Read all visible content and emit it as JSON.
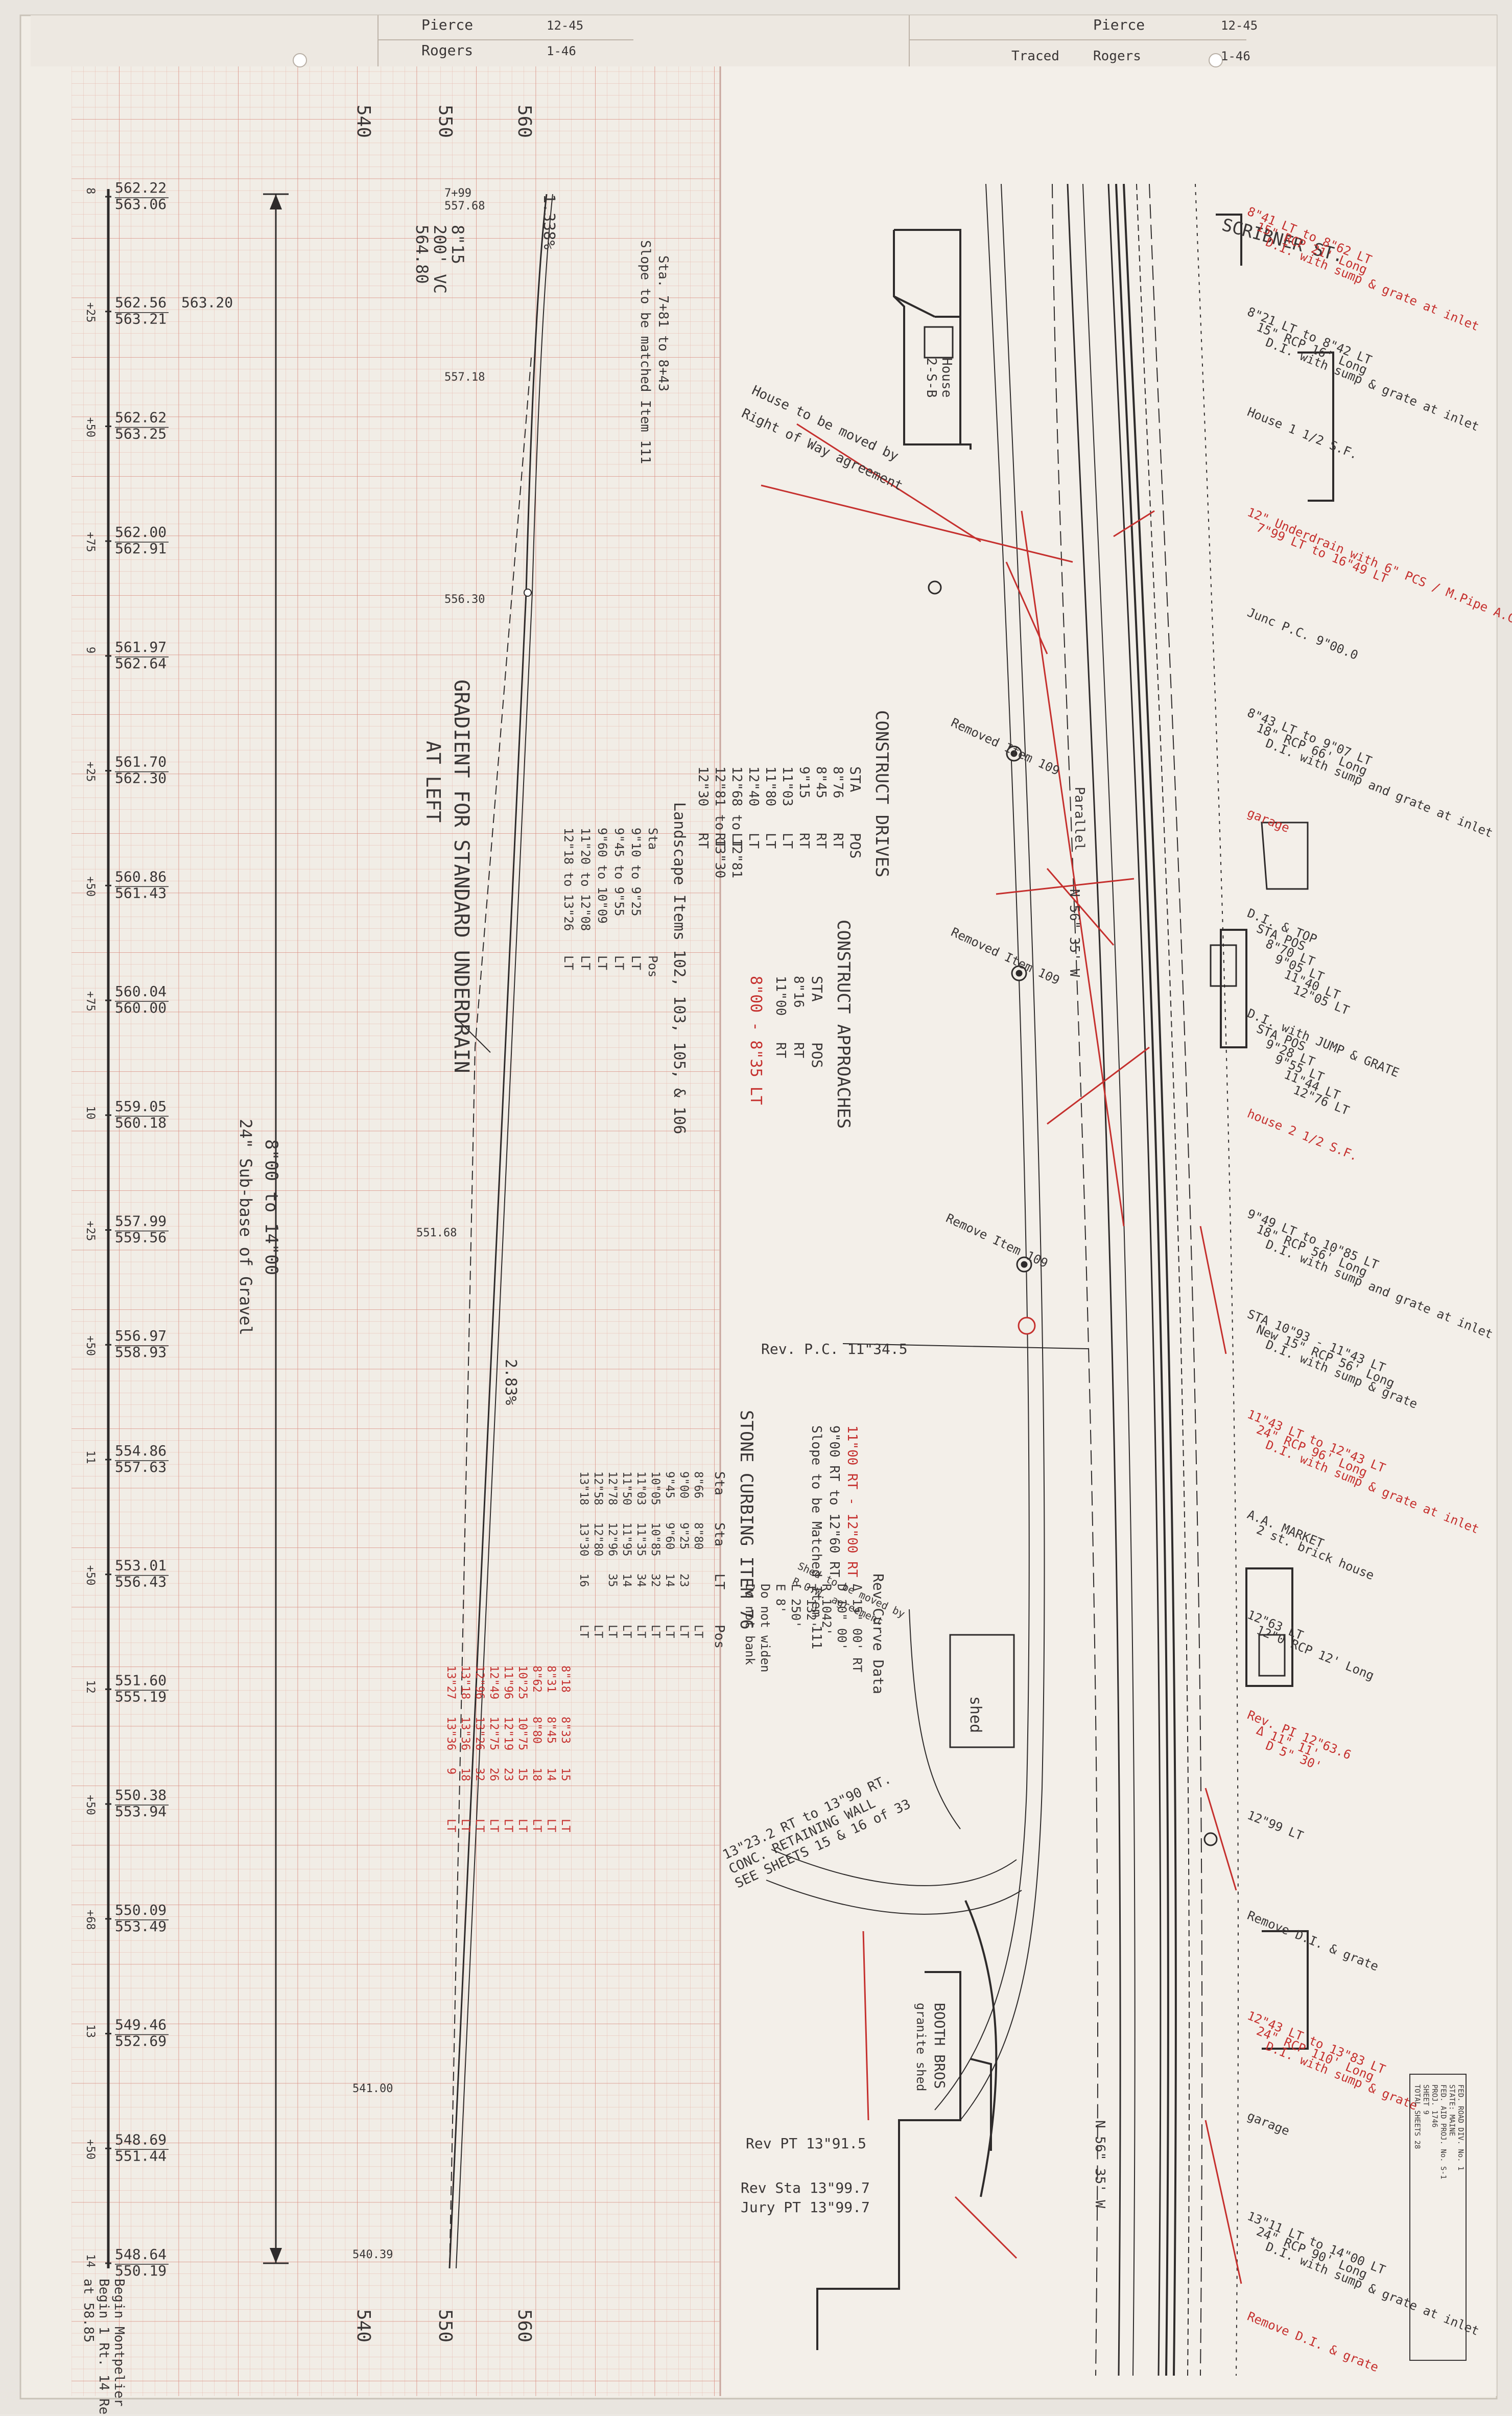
{
  "title_block": {
    "left": {
      "name1": "Pierce",
      "date1": "12-45",
      "name2": "Rogers",
      "date2": "1-46"
    },
    "right": {
      "name1": "Pierce",
      "date1": "12-45",
      "traced_label": "Traced",
      "name2": "Rogers",
      "date2": "1-46"
    },
    "sheet_info": [
      "FED. ROAD DIV. No. 1",
      "STATE: MAINE",
      "FED. AID PROJ. No. S-1",
      "PROJ. 1746",
      "SHEET 9",
      "TOTAL SHEETS 28"
    ]
  },
  "profile": {
    "elev_scale_top": [
      "540",
      "550",
      "560"
    ],
    "elev_scale_bottom": [
      "540",
      "550",
      "560"
    ],
    "station_rows": [
      {
        "sta": "8",
        "grade": "562.22",
        "ground": "563.06"
      },
      {
        "sta": "+25",
        "grade": "562.56",
        "ground": "563.21",
        "extra": "563.20"
      },
      {
        "sta": "+50",
        "grade": "562.62",
        "ground": "563.25"
      },
      {
        "sta": "+75",
        "grade": "562.00",
        "ground": "562.91"
      },
      {
        "sta": "9",
        "grade": "561.97",
        "ground": "562.64"
      },
      {
        "sta": "+25",
        "grade": "561.70",
        "ground": "562.30"
      },
      {
        "sta": "+50",
        "grade": "560.86",
        "ground": "561.43"
      },
      {
        "sta": "+75",
        "grade": "560.04",
        "ground": "560.00"
      },
      {
        "sta": "10",
        "grade": "559.05",
        "ground": "560.18"
      },
      {
        "sta": "+25",
        "grade": "557.99",
        "ground": "559.56"
      },
      {
        "sta": "+50",
        "grade": "556.97",
        "ground": "558.93"
      },
      {
        "sta": "11",
        "grade": "554.86",
        "ground": "557.63"
      },
      {
        "sta": "+50",
        "grade": "553.01",
        "ground": "556.43"
      },
      {
        "sta": "12",
        "grade": "551.60",
        "ground": "555.19"
      },
      {
        "sta": "+50",
        "grade": "550.38",
        "ground": "553.94"
      },
      {
        "sta": "+68",
        "grade": "550.09",
        "ground": "553.49"
      },
      {
        "sta": "13",
        "grade": "549.46",
        "ground": "552.69"
      },
      {
        "sta": "+50",
        "grade": "548.69",
        "ground": "551.44"
      },
      {
        "sta": "14",
        "grade": "548.64",
        "ground": "550.19"
      }
    ],
    "subbase_label": "8\"00 to 14\"00",
    "subbase_label2": "24\" Sub-base of Gravel",
    "grade_labels": [
      "7+99",
      "557.68",
      "557.18",
      "556.30",
      "551.68",
      "541.00",
      "540.39"
    ],
    "vc_labels": [
      "8\"15",
      "200' VC",
      "564.80"
    ],
    "pct_top": "1.338%",
    "pct_bottom": "2.83%",
    "gradient_title": "GRADIENT FOR STANDARD UNDERDRAIN",
    "gradient_sub": "AT LEFT",
    "match_note": "Sta. 7+81 to 8+43",
    "match_note2": "Slope to be matched Item 111",
    "bottom_note": [
      "Begin Montpelier 14",
      "Begin 1 Rt. 14 Ref.",
      "at 58.85"
    ]
  },
  "schedules": {
    "drives_title": "CONSTRUCT DRIVES",
    "drives_header": [
      "STA",
      "POS"
    ],
    "drives": [
      [
        "8\"76",
        "RT"
      ],
      [
        "8\"45",
        "RT"
      ],
      [
        "9\"15",
        "RT"
      ],
      [
        "11\"03",
        "LT"
      ],
      [
        "11\"80",
        "LT"
      ],
      [
        "12\"40",
        "LT"
      ],
      [
        "12\"68 to 12\"81",
        "LT"
      ],
      [
        "12\"81 to 13\"30",
        "RT"
      ],
      [
        "12\"30",
        "RT"
      ]
    ],
    "approaches_title": "CONSTRUCT APPROACHES",
    "approaches_header": [
      "STA",
      "POS"
    ],
    "approaches": [
      [
        "8\"16",
        "RT"
      ],
      [
        "11\"00",
        "RT"
      ],
      [
        "8\"00 - 8\"35",
        "LT"
      ]
    ],
    "landscape_title": "Landscape Items 102, 103, 105, & 106",
    "landscape": [
      [
        "Sta",
        "Pos"
      ],
      [
        "9\"10 to 9\"25",
        "LT"
      ],
      [
        "9\"45 to 9\"55",
        "LT"
      ],
      [
        "9\"60 to 10\"09",
        "LT"
      ],
      [
        "11\"20 to 12\"08",
        "LT"
      ],
      [
        "12\"18 to 13\"26",
        "LT"
      ]
    ],
    "curbing_title": "STONE CURBING ITEM 76",
    "curbing_header": [
      "Sta",
      "Sta",
      "LT",
      "Pos"
    ],
    "curbing": [
      [
        "8\"66",
        "8\"80",
        "",
        "LT"
      ],
      [
        "9\"00",
        "9\"25",
        "23",
        "LT"
      ],
      [
        "9\"45",
        "9\"60",
        "14",
        "LT"
      ],
      [
        "10\"05",
        "10\"85",
        "32",
        "LT"
      ],
      [
        "11\"03",
        "11\"35",
        "34",
        "LT"
      ],
      [
        "11\"50",
        "11\"95",
        "14",
        "LT"
      ],
      [
        "12\"78",
        "12\"96",
        "35",
        "LT"
      ],
      [
        "12\"58",
        "12\"80",
        "",
        "LT"
      ],
      [
        "13\"18",
        "13\"30",
        "16",
        "LT"
      ]
    ],
    "curbing_red": [
      [
        "8\"18",
        "8\"33",
        "15",
        "LT"
      ],
      [
        "8\"31",
        "8\"45",
        "14",
        "LT"
      ],
      [
        "8\"62",
        "8\"80",
        "18",
        "LT"
      ],
      [
        "10\"25",
        "10\"75",
        "15",
        "LT"
      ],
      [
        "11\"96",
        "12\"19",
        "23",
        "LT"
      ],
      [
        "12\"49",
        "12\"75",
        "26",
        "LT"
      ],
      [
        "12\"96",
        "13\"26",
        "32",
        "LT"
      ],
      [
        "13\"18",
        "13\"36",
        "18",
        "LT"
      ],
      [
        "13\"27",
        "13\"36",
        "9",
        "LT"
      ]
    ],
    "curve_data_title": "Rev Curve Data",
    "curve_data": [
      "Δ 15\" 00' RT",
      "D 10\" 00'",
      "R 1042'",
      "T 132'",
      "L 250'",
      "E 8'",
      "Do not widen",
      "Do not bank"
    ],
    "retaining_wall": [
      "13\"23.2 RT to 13\"90 RT.",
      "CONC. RETAINING WALL",
      "SEE SHEETS 15 & 16 of 33"
    ],
    "slope_note": [
      "11\"00 RT - 12\"00 RT",
      "9\"00 RT to 12\"60 RT",
      "Slope to be Matched Item 111"
    ]
  },
  "plan": {
    "street": "SCRIBNER ST.",
    "rev_pc": "Rev. P.C. 11\"34.5",
    "rev_pt": "Rev PT 13\"91.5",
    "rev_sta": "Rev Sta 13\"99.7",
    "jury_pt": "Jury PT 13\"99.7",
    "parallel": "Parallel",
    "bearing": "N 56\" 35' W",
    "house_left": [
      "House",
      "2-S-B"
    ],
    "house_moved": [
      "House to be moved by",
      "Right of Way agreement"
    ],
    "shed_moved": [
      "Shed to be moved by",
      "R.O.W. agreement"
    ],
    "shed": "shed",
    "booth": [
      "BOOTH BROS",
      "granite shed"
    ],
    "remove_items": [
      "Removed Item 109",
      "Removed Item 109",
      "Remove Item 109"
    ],
    "right_notes": [
      "8\"41 LT to 8\"62 LT  15\" RCP 21' Long  D.I. with sump & grate at inlet",
      "8\"21 LT to 8\"42 LT  15\" RCP 16' Long  D.I. with sump & grate at inlet",
      "House 1 1/2 S.F.",
      "12\" Underdrain with 6\" PCS / M.Pipe A.C.  7\"99 LT to 16\"49 LT",
      "Junc P.C. 9\"00.0",
      "8\"43 LT to 9\"07 LT  18\" RCP 66' Long  D.I. with sump and grate at inlet",
      "garage",
      "D.I. & TOP  STA POS  8\"70 LT  9\"05 LT  11\"40 LT  12\"05 LT",
      "D.I. with JUMP & GRATE  STA POS  9\"28 LT  9\"55 LT  11\"44 LT  12\"76 LT",
      "house 2 1/2 S.F.",
      "9\"49 LT to 10\"85 LT  18\" RCP 56' Long  D.I. with sump and grate at inlet",
      "STA 10\"93 - 11\"43 LT  New 15\" RCP 56' Long  D.I. with sump & grate",
      "11\"43 LT to 12\"43 LT  24\" RCP 96' Long  D.I. with sump & grate at inlet",
      "A.A. MARKET  2 st. brick house",
      "12\"63 LT  12\"0 RCP 12' Long",
      "Rev. PI 12\"63.6  Δ 11\" 11'  D 5\" 30'",
      "12\"99 LT",
      "Remove D.I. & grate",
      "12\"43 LT to 13\"83 LT  24\" RCP 110' Long  D.I. with sump & grate",
      "garage",
      "13\"11 LT to 14\"00 LT  24\" RCP 90' Long  D.I. with sump & grate at inlet",
      "Remove D.I. & grate"
    ]
  }
}
